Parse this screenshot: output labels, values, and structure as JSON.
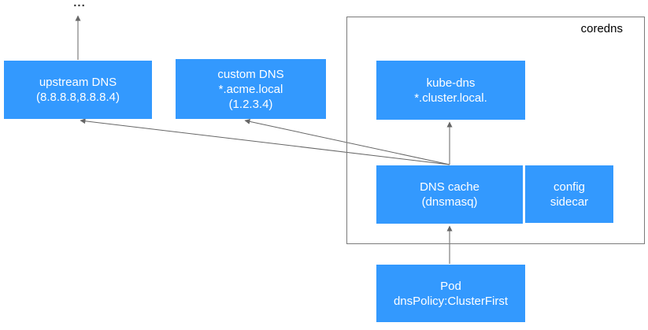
{
  "diagram": {
    "ellipsis_label": "...",
    "coredns_group_label": "coredns",
    "nodes": {
      "upstream_dns": {
        "lines": [
          "upstream DNS",
          "(8.8.8.8,8.8.8.4)"
        ]
      },
      "custom_dns": {
        "lines": [
          "custom DNS",
          "*.acme.local",
          "(1.2.3.4)"
        ]
      },
      "kube_dns": {
        "lines": [
          "kube-dns",
          "*.cluster.local."
        ]
      },
      "dns_cache": {
        "lines": [
          "DNS cache",
          "(dnsmasq)"
        ]
      },
      "config_sidecar": {
        "lines": [
          "config",
          "sidecar"
        ]
      },
      "pod": {
        "lines": [
          "Pod",
          "dnsPolicy:ClusterFirst"
        ]
      }
    },
    "edges": [
      "upstream-dns -> ellipsis",
      "dns-cache -> upstream-dns",
      "dns-cache -> custom-dns",
      "dns-cache -> kube-dns",
      "pod -> dns-cache"
    ],
    "colors": {
      "node_fill": "#3399fe",
      "node_text": "#ffffff",
      "edge_line": "#666666",
      "group_border": "#7b7b7b",
      "label_text": "#000000"
    }
  }
}
